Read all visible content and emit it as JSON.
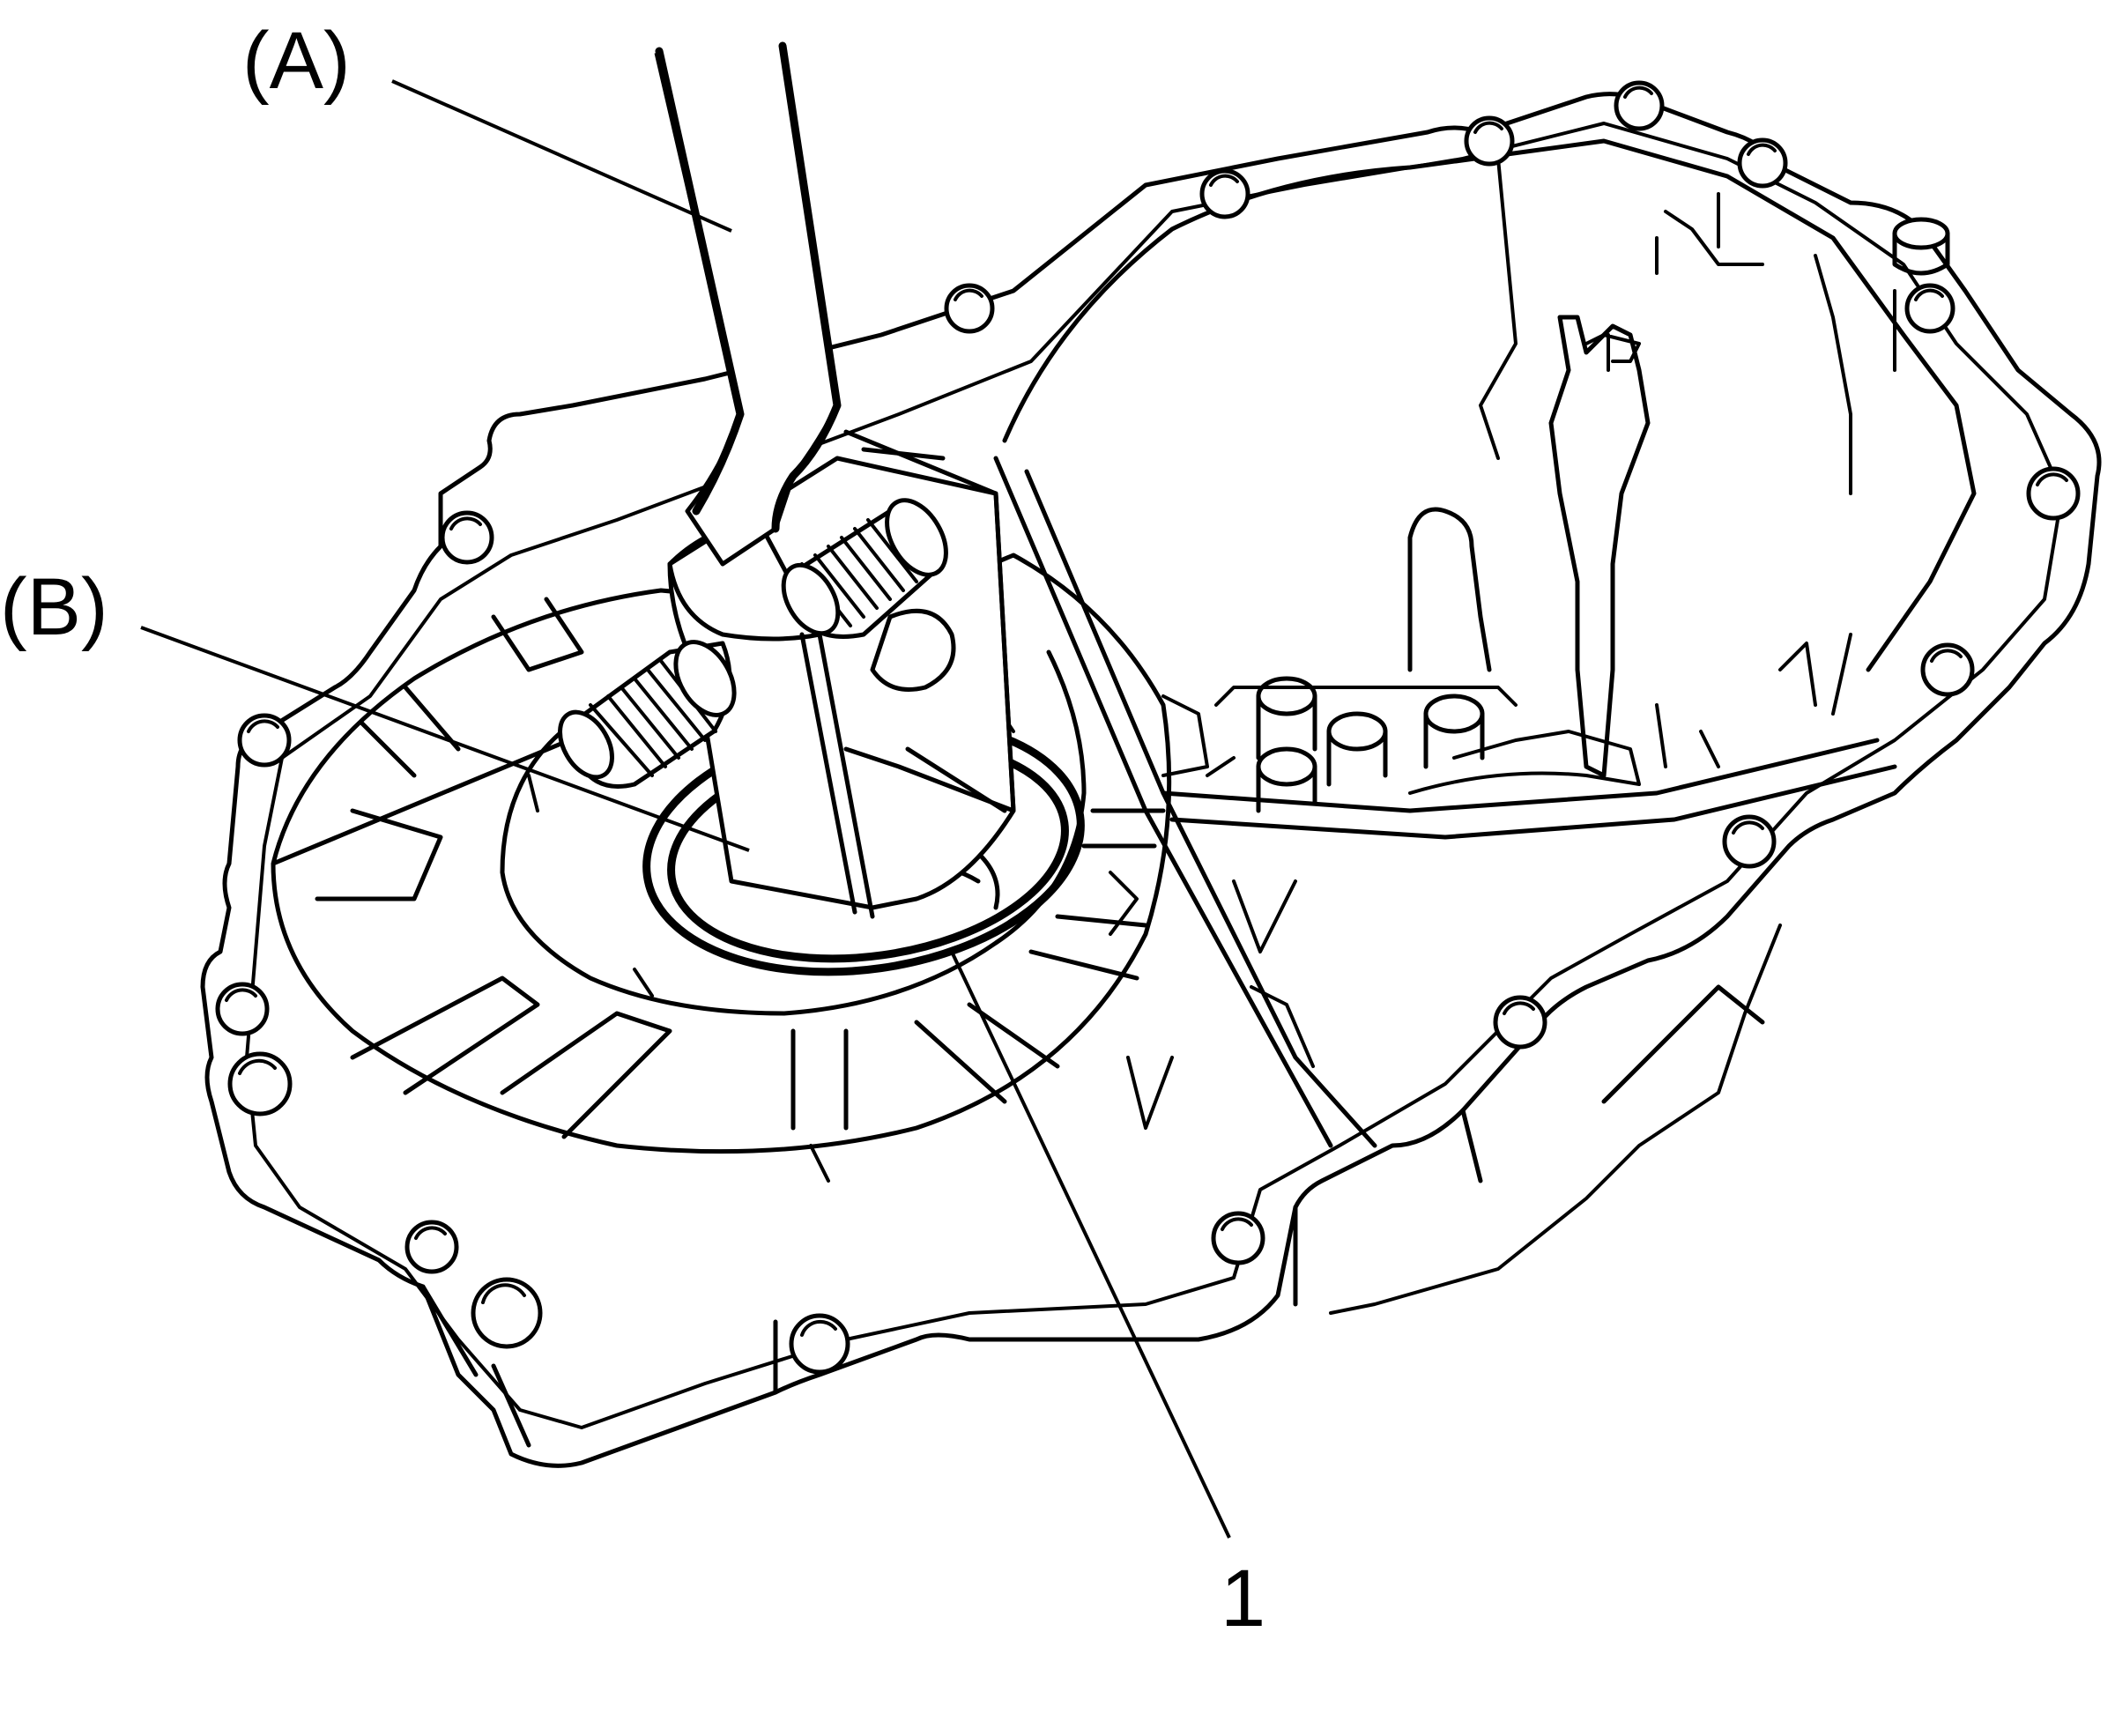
{
  "labels": {
    "tool_a": "(A)",
    "tool_b": "(B)",
    "part_1": "1"
  },
  "colors": {
    "line": "#000000",
    "background": "#ffffff"
  }
}
